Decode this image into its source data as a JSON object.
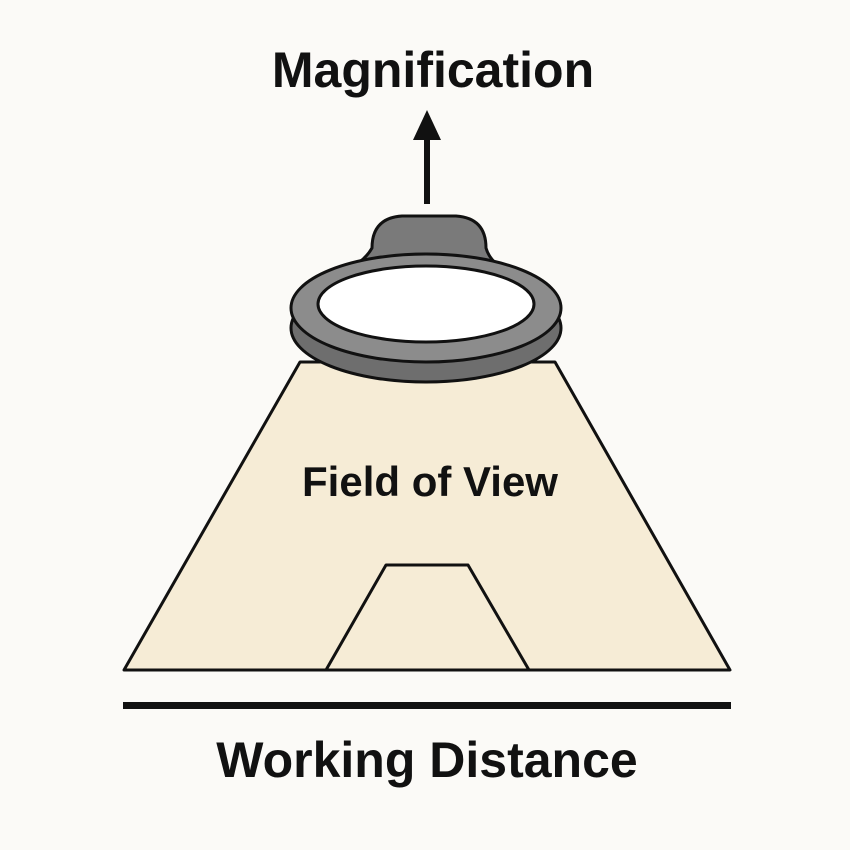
{
  "labels": {
    "magnification": "Magnification",
    "field_of_view": "Field of View",
    "working_distance": "Working Distance"
  },
  "colors": {
    "background": "#fbfaf7",
    "cone_fill": "#f6ecd6",
    "lens_body": "#7a7a7a",
    "lens_rim": "#8c8c8c",
    "outline": "#111111",
    "lens_opening": "#ffffff"
  },
  "icons": {
    "arrow": "arrow-up-icon",
    "lens": "magnifier-lens-icon"
  }
}
